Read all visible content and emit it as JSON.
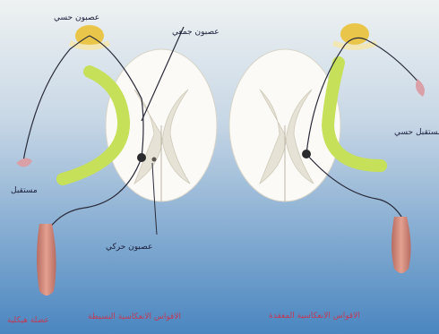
{
  "labels": {
    "sensory_neuron": "عصبون حسي",
    "association_neuron": "عصبون جمعي",
    "receptor_right": "مستقبل حسي",
    "effector_left": "مستقبل",
    "motor_neuron": "عصبون حركي"
  },
  "captions": {
    "bottom_left": "عضلة هيكلية",
    "bottom_center": "الاقواس الانعكاسية البسيطة",
    "bottom_right": "الاقواس الانعكاسية المعقدة"
  },
  "colors": {
    "bg_top": "#e8eef0",
    "bg_bottom": "#4a86c0",
    "grey_matter": "#f2f0ea",
    "white_matter": "#fbfaf6",
    "ganglion": "#e9c64a",
    "nerve": "#c6e05a",
    "neuron_line": "#2a2b3a",
    "muscle": "#c98070",
    "caption_red": "#c03a58"
  }
}
